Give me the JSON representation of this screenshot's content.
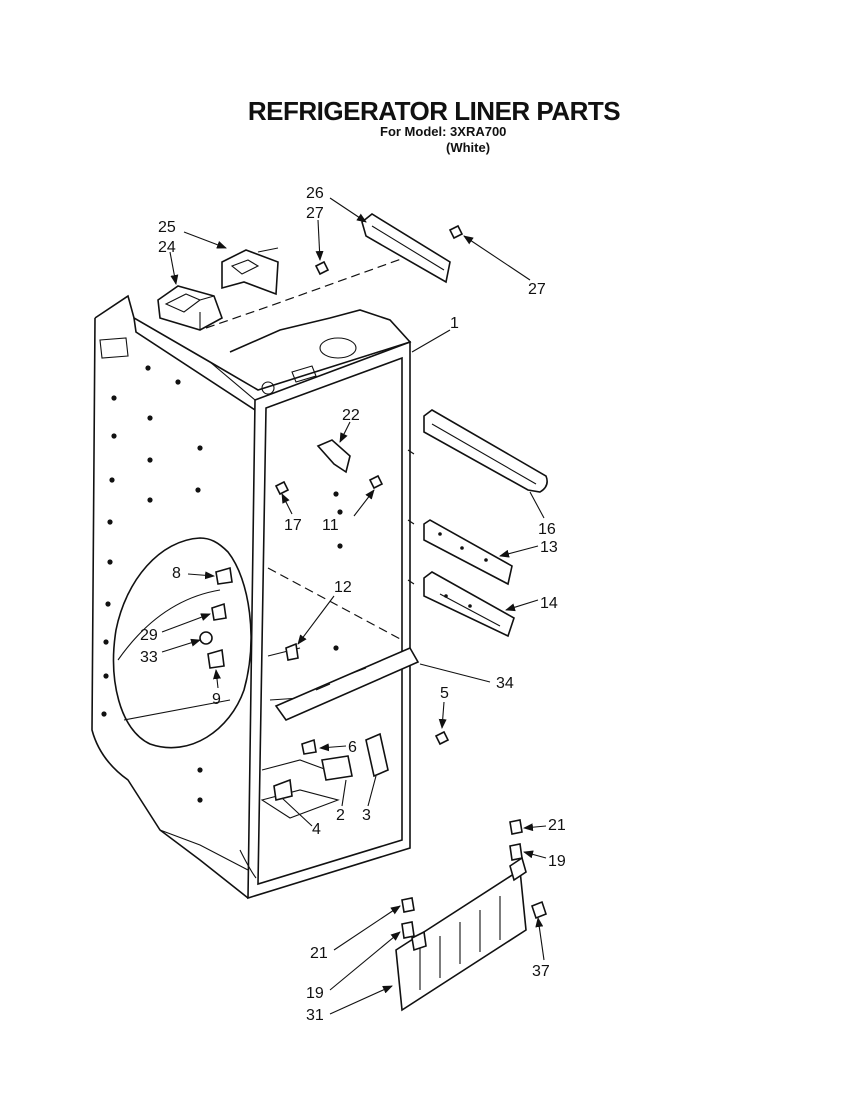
{
  "header": {
    "title": "REFRIGERATOR LINER PARTS",
    "model_line": "For Model: 3XRA700",
    "color_line": "(White)"
  },
  "callouts": {
    "c1": "1",
    "c2": "2",
    "c3": "3",
    "c4": "4",
    "c5": "5",
    "c6": "6",
    "c8": "8",
    "c9": "9",
    "c11": "11",
    "c12": "12",
    "c13": "13",
    "c14": "14",
    "c16": "16",
    "c17": "17",
    "c19a": "19",
    "c19b": "19",
    "c21a": "21",
    "c21b": "21",
    "c22": "22",
    "c24": "24",
    "c25": "25",
    "c26": "26",
    "c27a": "27",
    "c27b": "27",
    "c29": "29",
    "c31": "31",
    "c33": "33",
    "c34": "34",
    "c37": "37"
  }
}
